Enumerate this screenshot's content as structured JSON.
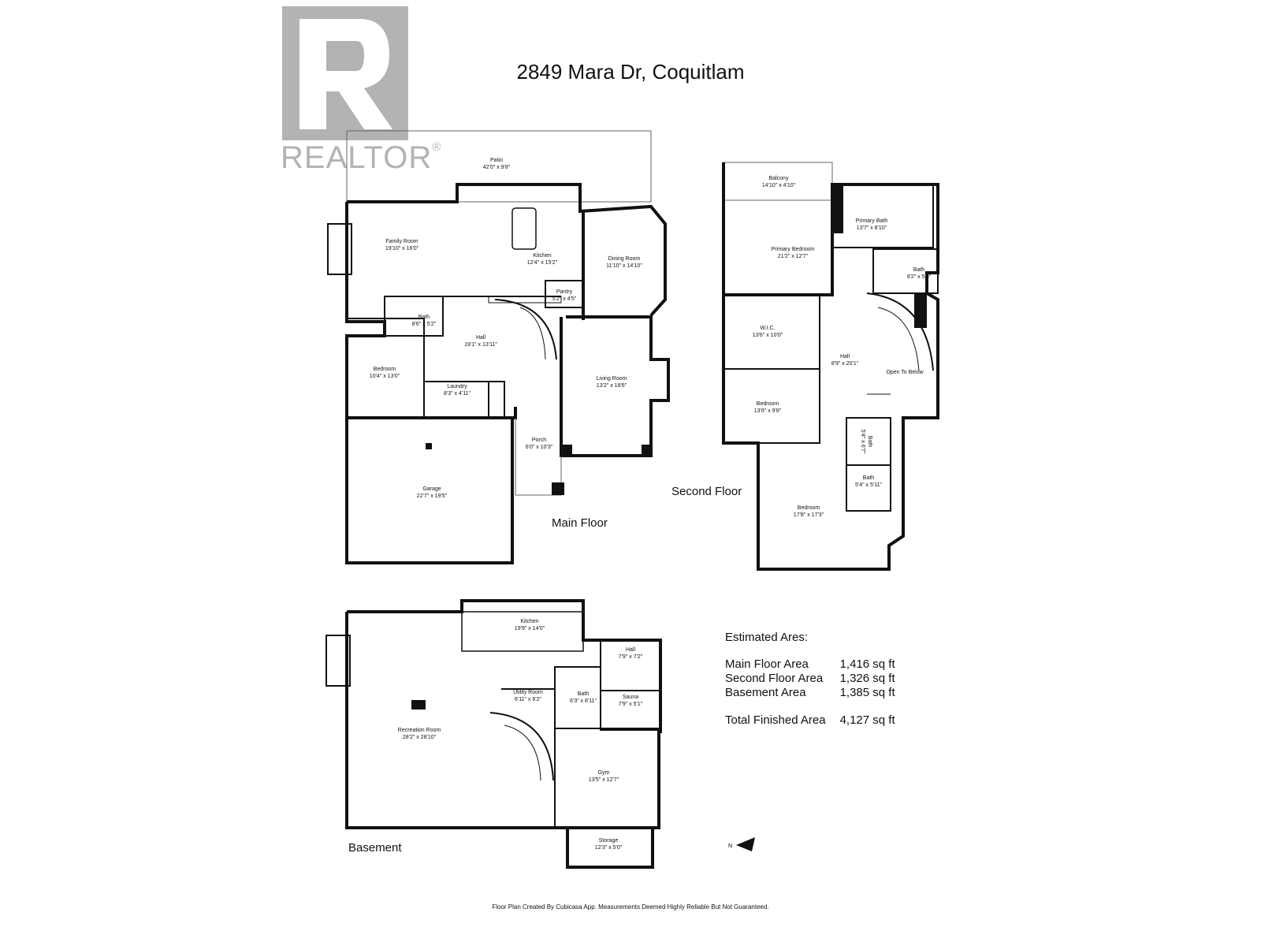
{
  "title": "2849 Mara Dr, Coquitlam",
  "logo": {
    "text": "REALTOR",
    "reg_mark": "®"
  },
  "floors": {
    "main": "Main Floor",
    "second": "Second Floor",
    "basement": "Basement"
  },
  "rooms": {
    "patio": {
      "name": "Patio",
      "dim": "42'0\" x 9'8\""
    },
    "family_room": {
      "name": "Family Room",
      "dim": "19'10\" x 16'0\""
    },
    "kitchen": {
      "name": "Kitchen",
      "dim": "12'4\" x 15'2\""
    },
    "dining_room": {
      "name": "Dining Room",
      "dim": "11'10\" x 14'10\""
    },
    "pantry": {
      "name": "Pantry",
      "dim": "5'2\" x 4'5\""
    },
    "main_bath": {
      "name": "Bath",
      "dim": "8'6\" x 5'2\""
    },
    "main_hall": {
      "name": "Hall",
      "dim": "19'1\" x 13'11\""
    },
    "main_bedroom": {
      "name": "Bedroom",
      "dim": "10'4\" x 13'0\""
    },
    "laundry": {
      "name": "Laundry",
      "dim": "8'3\" x 4'11\""
    },
    "living_room": {
      "name": "Living Room",
      "dim": "13'2\" x 18'6\""
    },
    "porch": {
      "name": "Porch",
      "dim": "6'0\" x 10'3\""
    },
    "garage": {
      "name": "Garage",
      "dim": "22'7\" x 19'5\""
    },
    "balcony": {
      "name": "Balcony",
      "dim": "14'10\" x 4'10\""
    },
    "primary_bath": {
      "name": "Primary Bath",
      "dim": "13'7\" x 8'10\""
    },
    "primary_bedroom": {
      "name": "Primary Bedroom",
      "dim": "21'2\" x 12'7\""
    },
    "bath_2a": {
      "name": "Bath",
      "dim": "9'2\" x 5'9\""
    },
    "wic": {
      "name": "W.I.C.",
      "dim": "13'6\" x 10'0\""
    },
    "second_hall": {
      "name": "Hall",
      "dim": "8'9\" x 20'1\""
    },
    "open_to_below": {
      "name": "Open To Below"
    },
    "bedroom_2a": {
      "name": "Bedroom",
      "dim": "13'6\" x 9'8\""
    },
    "bath_2b": {
      "name": "Bath",
      "dim": "5'4\" x 6'7\""
    },
    "bath_2c": {
      "name": "Bath",
      "dim": "5'4\" x 5'11\""
    },
    "bedroom_2b": {
      "name": "Bedroom",
      "dim": "17'8\" x 17'3\""
    },
    "base_kitchen": {
      "name": "Kitchen",
      "dim": "19'9\" x 14'0\""
    },
    "base_hall": {
      "name": "Hall",
      "dim": "7'9\" x 7'2\""
    },
    "utility_room": {
      "name": "Utility Room",
      "dim": "6'11\" x 6'2\""
    },
    "base_bath": {
      "name": "Bath",
      "dim": "6'3\" x 8'11\""
    },
    "sauna": {
      "name": "Sauna",
      "dim": "7'9\" x 5'1\""
    },
    "recreation_room": {
      "name": "Recreation Room",
      "dim": "28'2\" x 28'10\""
    },
    "gym": {
      "name": "Gym",
      "dim": "13'5\" x 12'7\""
    },
    "storage": {
      "name": "Storage",
      "dim": "12'3\" x 5'0\""
    }
  },
  "areas": {
    "heading": "Estimated Ares:",
    "rows": [
      {
        "label": "Main Floor Area",
        "value": "1,416 sq ft"
      },
      {
        "label": "Second Floor Area",
        "value": "1,326 sq ft"
      },
      {
        "label": "Basement Area",
        "value": "1,385 sq ft"
      }
    ],
    "total": {
      "label": "Total Finished Area",
      "value": "4,127 sq ft"
    }
  },
  "compass": {
    "label": "N"
  },
  "footer": "Floor Plan Created By Cubicasa App. Measurements Deemed Highly Reliable But Not Guaranteed."
}
